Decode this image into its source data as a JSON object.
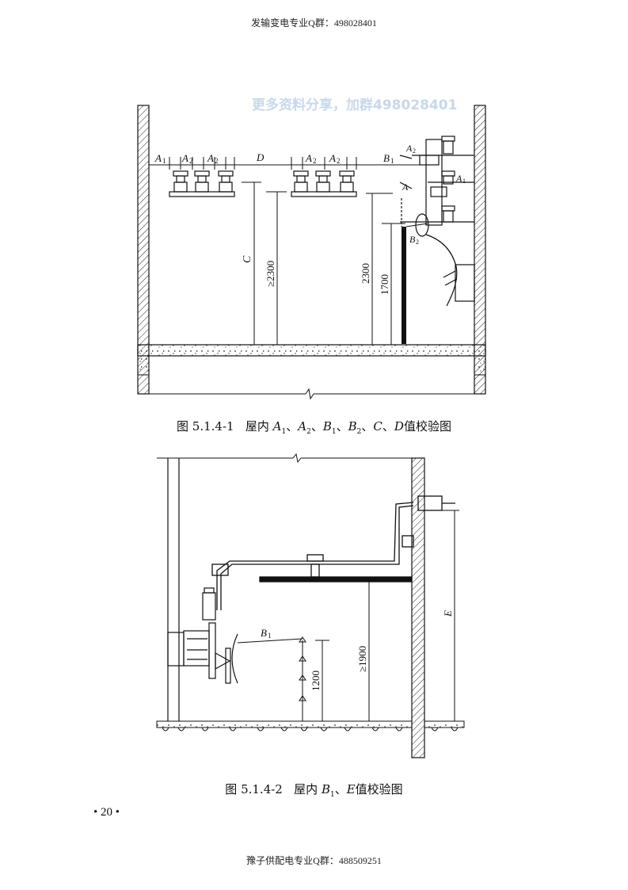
{
  "header": {
    "text": "发输变电专业Q群：498028401"
  },
  "watermark": {
    "text": "更多资料分享，加群498028401"
  },
  "figure1": {
    "labels": {
      "a1": "A",
      "a1_sub": "1",
      "a2": "A",
      "a2_sub": "2",
      "d": "D",
      "b1": "B",
      "b1_sub": "1",
      "b2": "B",
      "b2_sub": "2",
      "c": "C",
      "ge2300": "≥2300",
      "d2300": "2300",
      "d1700": "1700"
    },
    "caption": {
      "number": "图 5.1.4-1",
      "t1": "屋内 ",
      "v1": "A",
      "s1": "1",
      "sep1": "、",
      "v2": "A",
      "s2": "2",
      "sep2": "、",
      "v3": "B",
      "s3": "1",
      "sep3": "、",
      "v4": "B",
      "s4": "2",
      "sep4": "、",
      "v5": "C",
      "sep5": "、",
      "v6": "D",
      "t2": "值校验图"
    }
  },
  "figure2": {
    "labels": {
      "b1": "B",
      "b1_sub": "1",
      "e": "E",
      "ge1900": "≥1900",
      "d1200": "1200"
    },
    "caption": {
      "number": "图 5.1.4-2",
      "t1": "屋内 ",
      "v1": "B",
      "s1": "1",
      "sep1": "、",
      "v2": "E",
      "t2": "值校验图"
    }
  },
  "page": {
    "number": "• 20 •"
  },
  "footer": {
    "text": "豫子供配电专业Q群：488509251"
  }
}
